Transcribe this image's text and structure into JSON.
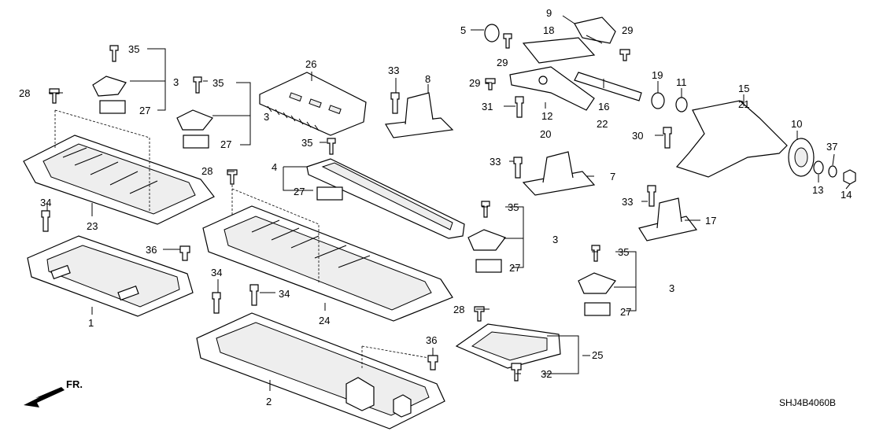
{
  "diagram": {
    "code": "SHJ4B4060B",
    "direction": "FR.",
    "callouts": [
      {
        "id": "c1",
        "label": "1"
      },
      {
        "id": "c2",
        "label": "2"
      },
      {
        "id": "c3a",
        "label": "3"
      },
      {
        "id": "c3b",
        "label": "3"
      },
      {
        "id": "c3c",
        "label": "3"
      },
      {
        "id": "c3d",
        "label": "3"
      },
      {
        "id": "c4",
        "label": "4"
      },
      {
        "id": "c5",
        "label": "5"
      },
      {
        "id": "c7",
        "label": "7"
      },
      {
        "id": "c8",
        "label": "8"
      },
      {
        "id": "c9",
        "label": "9"
      },
      {
        "id": "c10",
        "label": "10"
      },
      {
        "id": "c11",
        "label": "11"
      },
      {
        "id": "c12",
        "label": "12"
      },
      {
        "id": "c13",
        "label": "13"
      },
      {
        "id": "c14",
        "label": "14"
      },
      {
        "id": "c15",
        "label": "15"
      },
      {
        "id": "c16",
        "label": "16"
      },
      {
        "id": "c17",
        "label": "17"
      },
      {
        "id": "c18",
        "label": "18"
      },
      {
        "id": "c19",
        "label": "19"
      },
      {
        "id": "c20",
        "label": "20"
      },
      {
        "id": "c21",
        "label": "21"
      },
      {
        "id": "c22",
        "label": "22"
      },
      {
        "id": "c23",
        "label": "23"
      },
      {
        "id": "c24",
        "label": "24"
      },
      {
        "id": "c25",
        "label": "25"
      },
      {
        "id": "c26",
        "label": "26"
      },
      {
        "id": "c27a",
        "label": "27"
      },
      {
        "id": "c27b",
        "label": "27"
      },
      {
        "id": "c27c",
        "label": "27"
      },
      {
        "id": "c27d",
        "label": "27"
      },
      {
        "id": "c27e",
        "label": "27"
      },
      {
        "id": "c28a",
        "label": "28"
      },
      {
        "id": "c28b",
        "label": "28"
      },
      {
        "id": "c28c",
        "label": "28"
      },
      {
        "id": "c29a",
        "label": "29"
      },
      {
        "id": "c29b",
        "label": "29"
      },
      {
        "id": "c29c",
        "label": "29"
      },
      {
        "id": "c30",
        "label": "30"
      },
      {
        "id": "c31",
        "label": "31"
      },
      {
        "id": "c32",
        "label": "32"
      },
      {
        "id": "c33a",
        "label": "33"
      },
      {
        "id": "c33b",
        "label": "33"
      },
      {
        "id": "c33c",
        "label": "33"
      },
      {
        "id": "c34a",
        "label": "34"
      },
      {
        "id": "c34b",
        "label": "34"
      },
      {
        "id": "c34c",
        "label": "34"
      },
      {
        "id": "c35a",
        "label": "35"
      },
      {
        "id": "c35b",
        "label": "35"
      },
      {
        "id": "c35c",
        "label": "35"
      },
      {
        "id": "c35d",
        "label": "35"
      },
      {
        "id": "c35e",
        "label": "35"
      },
      {
        "id": "c36a",
        "label": "36"
      },
      {
        "id": "c36b",
        "label": "36"
      },
      {
        "id": "c37",
        "label": "37"
      }
    ]
  }
}
